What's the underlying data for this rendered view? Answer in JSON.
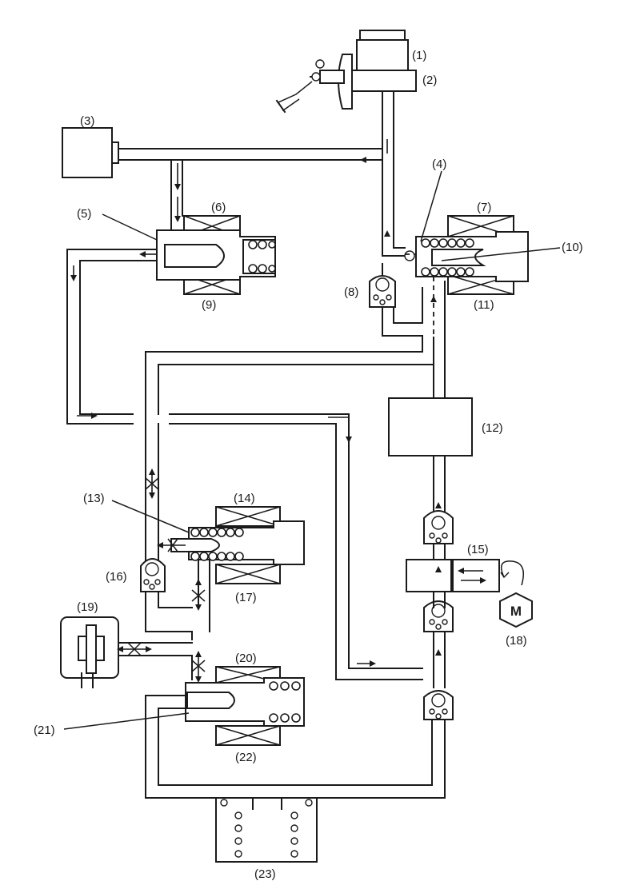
{
  "labels": {
    "l1": "(1)",
    "l2": "(2)",
    "l3": "(3)",
    "l4": "(4)",
    "l5": "(5)",
    "l6": "(6)",
    "l7": "(7)",
    "l8": "(8)",
    "l9": "(9)",
    "l10": "(10)",
    "l11": "(11)",
    "l12": "(12)",
    "l13": "(13)",
    "l14": "(14)",
    "l15": "(15)",
    "l16": "(16)",
    "l17": "(17)",
    "l18": "(18)",
    "l19": "(19)",
    "l20": "(20)",
    "l21": "(21)",
    "l22": "(22)",
    "l23": "(23)"
  },
  "motor": {
    "symbol": "M"
  }
}
